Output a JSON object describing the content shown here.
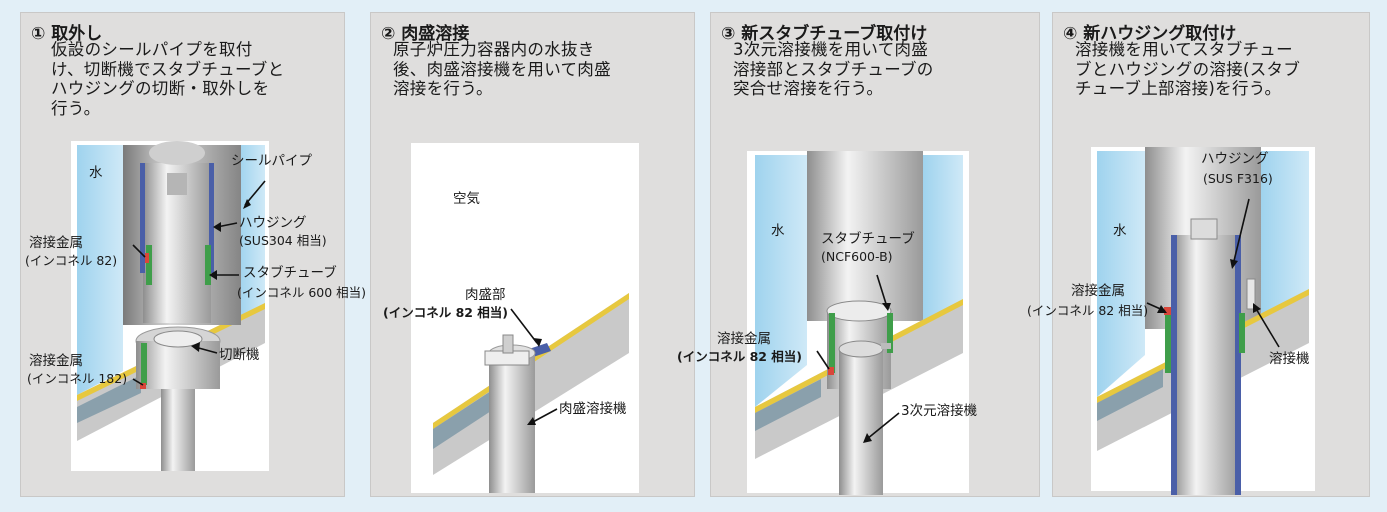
{
  "panels": [
    {
      "title": "① 取外し",
      "desc": [
        "仮設のシールパイプを取付",
        "け、切断機でスタブチューブと",
        "ハウジングの切断・取外しを",
        "行う。"
      ],
      "labels": {
        "water": "水",
        "seal_pipe": "シールパイプ",
        "housing": "ハウジング",
        "housing_mat": "(SUS304 相当)",
        "weld_metal_1": "溶接金属",
        "weld_metal_1_mat": "(インコネル 82)",
        "stub_tube": "スタブチューブ",
        "stub_tube_mat": "(インコネル 600 相当)",
        "weld_metal_2": "溶接金属",
        "weld_metal_2_mat": "(インコネル 182)",
        "cutter": "切断機"
      }
    },
    {
      "title": "② 肉盛溶接",
      "desc": [
        "原子炉圧力容器内の水抜き",
        "後、肉盛溶接機を用いて肉盛",
        "溶接を行う。"
      ],
      "labels": {
        "air": "空気",
        "buildup": "肉盛部",
        "buildup_mat": "(インコネル 82 相当)",
        "buildup_welder": "肉盛溶接機"
      }
    },
    {
      "title": "③ 新スタブチューブ取付け",
      "desc": [
        "3次元溶接機を用いて肉盛",
        "溶接部とスタブチューブの",
        "突合せ溶接を行う。"
      ],
      "labels": {
        "water": "水",
        "stub_tube": "スタブチューブ",
        "stub_tube_mat": "(NCF600-B)",
        "weld_metal": "溶接金属",
        "weld_metal_mat": "(インコネル 82 相当)",
        "welder_3d": "3次元溶接機"
      }
    },
    {
      "title": "④ 新ハウジング取付け",
      "desc": [
        "溶接機を用いてスタブチュー",
        "ブとハウジングの溶接(スタブ",
        "チューブ上部溶接)を行う。"
      ],
      "labels": {
        "water": "水",
        "housing": "ハウジング",
        "housing_mat": "(SUS F316)",
        "weld_metal": "溶接金属",
        "weld_metal_mat": "(インコネル 82 相当)",
        "welder": "溶接機"
      }
    }
  ]
}
